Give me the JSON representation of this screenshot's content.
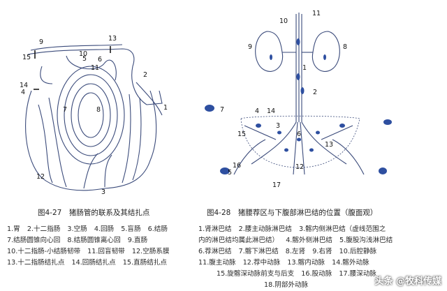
{
  "left_figure": {
    "caption": "图4-27　猪肠管的联系及其结扎点",
    "labels": [
      "1",
      "2",
      "3",
      "4",
      "5",
      "6",
      "7",
      "8",
      "9",
      "10",
      "11",
      "12",
      "13",
      "14",
      "15"
    ],
    "legend": [
      [
        "1.胃",
        "2.十二指肠",
        "3.空肠",
        "4.回肠",
        "5.盲肠",
        "6.结肠"
      ],
      [
        "7.结肠圆锥向心回",
        "8.结肠圆锥离心回",
        "9.直肠"
      ],
      [
        "10.十二指肠-小结肠韧带",
        "11.回盲韧带",
        "12.空肠系膜"
      ],
      [
        "13.十二指肠结扎点",
        "14.回肠结扎点",
        "15.直肠结扎点"
      ]
    ]
  },
  "right_figure": {
    "caption": "图4-28　猪腰荐区与下腹部淋巴结的位置（腹面观）",
    "labels": [
      "1",
      "2",
      "3",
      "4",
      "5",
      "6",
      "7",
      "8",
      "9",
      "10",
      "11",
      "12",
      "13",
      "14",
      "15",
      "16",
      "17"
    ],
    "legend": [
      [
        "1.肾淋巴结",
        "2.腰主动脉淋巴结",
        "3.髂内侧淋巴结（虚线范围之"
      ],
      [
        "内的淋巴结均属此淋巴结）",
        "4.髂外侧淋巴结",
        "5.腹股沟浅淋巴结"
      ],
      [
        "6.荐淋巴结",
        "7.髂下淋巴结",
        "8.左肾",
        "9.右肾",
        "10.后腔静脉"
      ],
      [
        "11.腹主动脉",
        "12.荐中动脉",
        "13.髂内动脉",
        "14.髂外动脉"
      ],
      [
        "15.旋髂深动脉前支与后支",
        "16.股动脉",
        "17.腰深动脉"
      ],
      [
        "18.阴部外动脉"
      ]
    ]
  },
  "watermark": "头条 @牧科传媒"
}
